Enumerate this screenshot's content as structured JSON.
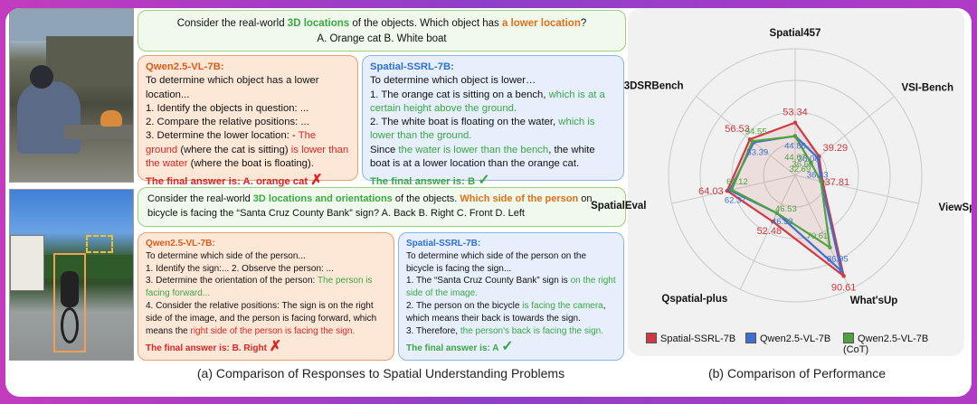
{
  "example1": {
    "question_a": "Consider the real-world ",
    "question_b": "3D locations",
    "question_c": " of the objects. Which object has ",
    "question_d": "a lower location",
    "question_e": "?",
    "options": "A. Orange cat  B. White boat",
    "qwen": {
      "title": "Qwen2.5-VL-7B:",
      "l1": "To determine which object has a lower location...",
      "l2": "1. Identify the objects in question: ...",
      "l3": "2. Compare the relative positions: ...",
      "l4a": "3. Determine the lower location:  - ",
      "l4b": "The ground",
      "l4c": " (where the cat is sitting) ",
      "l4d": "is lower than the water",
      "l4e": " (where the boat is floating).",
      "final": "The final answer is: A. orange cat",
      "mark": "✗"
    },
    "ssrl": {
      "title": "Spatial-SSRL-7B:",
      "l1": "To determine which object is lower…",
      "l2a": "1. The orange cat is sitting on a bench, ",
      "l2b": "which is at a certain height above the ground.",
      "l3a": "2. The white boat is floating on the water, ",
      "l3b": "which is lower than the ground.",
      "l4a": "Since ",
      "l4b": "the water is lower than the bench",
      "l4c": ", the white boat is at a lower location than the orange cat.",
      "final": "The final answer is: B",
      "mark": "✓"
    }
  },
  "example2": {
    "question_a": "Consider the real-world ",
    "question_b": "3D locations and orientations",
    "question_c": " of the objects. ",
    "question_d": "Which side of the person",
    "question_e": " on bicycle is facing the “Santa Cruz County Bank” sign? A. Back B. Right C. Front D. Left",
    "qwen": {
      "title": "Qwen2.5-VL-7B:",
      "l1": "To determine which side of the person...",
      "l2": "1. Identify the sign:...  2. Observe the person: ...",
      "l3a": "3. Determine the orientation of the person: ",
      "l3b": "The person is facing forward...",
      "l4a": "4. Consider the relative positions: The sign is on the right side of the image, and the person is facing forward, which means the ",
      "l4b": "right side of the person is facing the sign.",
      "final": "The final answer is: B. Right",
      "mark": "✗"
    },
    "ssrl": {
      "title": "Spatial-SSRL-7B:",
      "l1": "To determine which side of the person on the bicycle is facing the sign...",
      "l2a": "1. The “Santa Cruz County Bank” sign is ",
      "l2b": "on the right side of the image.",
      "l3a": "2. The person on the bicycle ",
      "l3b": "is facing the camera",
      "l3c": ", which means their back is towards the sign.",
      "l4a": "3. Therefore, ",
      "l4b": "the person's back is facing the sign.",
      "final": "The final answer is: A",
      "mark": "✓"
    }
  },
  "captions": {
    "left": "(a) Comparison of Responses to Spatial Understanding Problems",
    "right": "(b) Comparison of Performance"
  },
  "chart_data": {
    "type": "radar",
    "axes": [
      "Spatial457",
      "VSI-Bench",
      "ViewSpatial",
      "What'sUp",
      "Qspatial-plus",
      "SpatialEval",
      "3DSRBench"
    ],
    "rlim": [
      20,
      100
    ],
    "series": [
      {
        "name": "Spatial-SSRL-7B",
        "color": "#d0393f",
        "values": [
          53.34,
          39.29,
          37.81,
          90.61,
          52.48,
          64.03,
          56.53
        ]
      },
      {
        "name": "Qwen2.5-VL-7B",
        "color": "#3e6fd0",
        "values": [
          44.88,
          38.08,
          36.83,
          86.95,
          46.53,
          62.37,
          53.39
        ]
      },
      {
        "name": "Qwen2.5-VL-7B (CoT)",
        "color": "#4fa23f",
        "values": [
          44.67,
          32.69,
          36.66,
          70.61,
          46.53,
          61.12,
          54.55
        ]
      }
    ],
    "legend_position": "bottom",
    "grid": true
  }
}
